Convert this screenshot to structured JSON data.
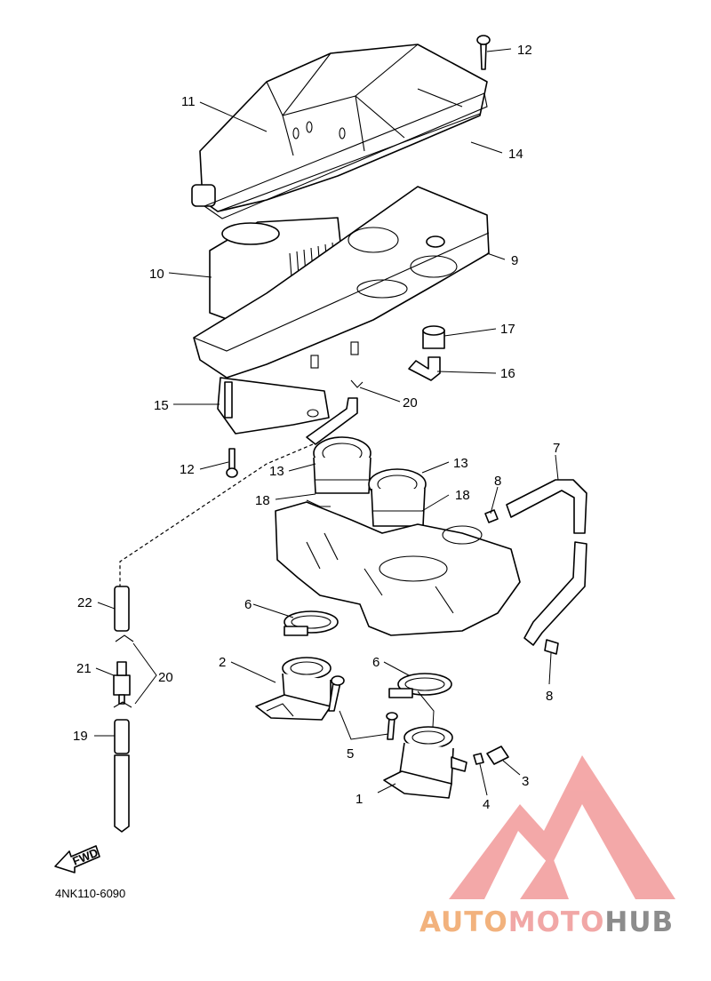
{
  "diagram": {
    "drawing_code": "4NK110-6090",
    "callouts": [
      {
        "id": "c1",
        "text": "1"
      },
      {
        "id": "c2",
        "text": "2"
      },
      {
        "id": "c3",
        "text": "3"
      },
      {
        "id": "c4",
        "text": "4"
      },
      {
        "id": "c5",
        "text": "5"
      },
      {
        "id": "c6a",
        "text": "6"
      },
      {
        "id": "c6b",
        "text": "6"
      },
      {
        "id": "c7",
        "text": "7"
      },
      {
        "id": "c8a",
        "text": "8"
      },
      {
        "id": "c8b",
        "text": "8"
      },
      {
        "id": "c9",
        "text": "9"
      },
      {
        "id": "c10",
        "text": "10"
      },
      {
        "id": "c11",
        "text": "11"
      },
      {
        "id": "c12a",
        "text": "12"
      },
      {
        "id": "c12b",
        "text": "12"
      },
      {
        "id": "c13a",
        "text": "13"
      },
      {
        "id": "c13b",
        "text": "13"
      },
      {
        "id": "c14",
        "text": "14"
      },
      {
        "id": "c15",
        "text": "15"
      },
      {
        "id": "c16",
        "text": "16"
      },
      {
        "id": "c17",
        "text": "17"
      },
      {
        "id": "c18a",
        "text": "18"
      },
      {
        "id": "c18b",
        "text": "18"
      },
      {
        "id": "c19",
        "text": "19"
      },
      {
        "id": "c20a",
        "text": "20"
      },
      {
        "id": "c20b",
        "text": "20"
      },
      {
        "id": "c21",
        "text": "21"
      },
      {
        "id": "c22",
        "text": "22"
      }
    ],
    "fwd_label": "FWD"
  },
  "watermark": {
    "part1": "AUTO",
    "part2": "MOTO",
    "part3": "HUB",
    "colors": {
      "auto": "#f2b27d",
      "moto": "#f1a7a6",
      "hub": "#8c8c8c",
      "logo": "#f08c8c"
    }
  }
}
